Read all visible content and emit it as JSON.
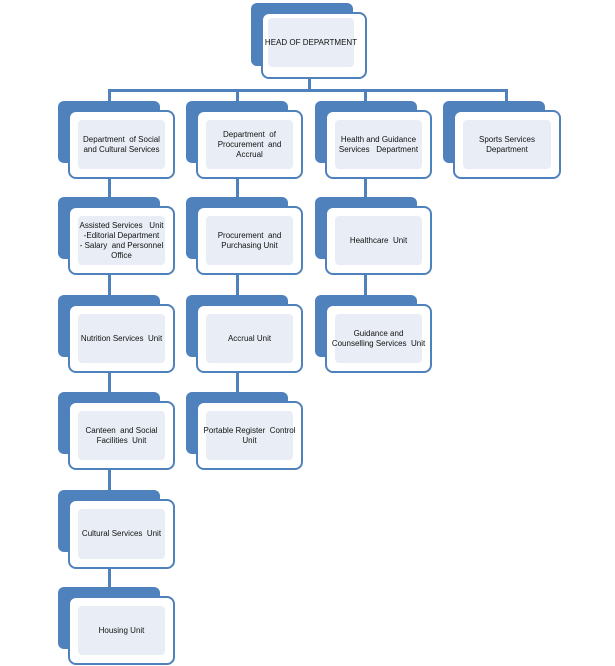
{
  "org_chart": {
    "root": {
      "label": "HEAD OF DEPARTMENT"
    },
    "departments": [
      {
        "label": "Department  of Social\nand Cultural Services",
        "units": [
          {
            "label": "Assisted Services   Unit",
            "items": [
              "-Editorial Department",
              "- Salary  and Personnel\nOffice"
            ]
          },
          {
            "label": "Nutrition Services  Unit"
          },
          {
            "label": "Canteen  and Social\nFacilities  Unit"
          },
          {
            "label": "Cultural Services  Unit"
          },
          {
            "label": "Housing Unit"
          }
        ]
      },
      {
        "label": "Department  of\nProcurement  and\nAccrual",
        "units": [
          {
            "label": "Procurement  and\nPurchasing Unit"
          },
          {
            "label": "Accrual Unit"
          },
          {
            "label": "Portable Register  Control\nUnit"
          }
        ]
      },
      {
        "label": "Health and Guidance\nServices   Department",
        "units": [
          {
            "label": "Healthcare  Unit"
          },
          {
            "label": "Guidance and\nCounselling Services  Unit"
          }
        ]
      },
      {
        "label": "Sports Services\nDepartment",
        "units": []
      }
    ]
  },
  "colors": {
    "box_border": "#4f81bd",
    "box_fill": "#e9eef6",
    "connector": "#4f81bd"
  }
}
